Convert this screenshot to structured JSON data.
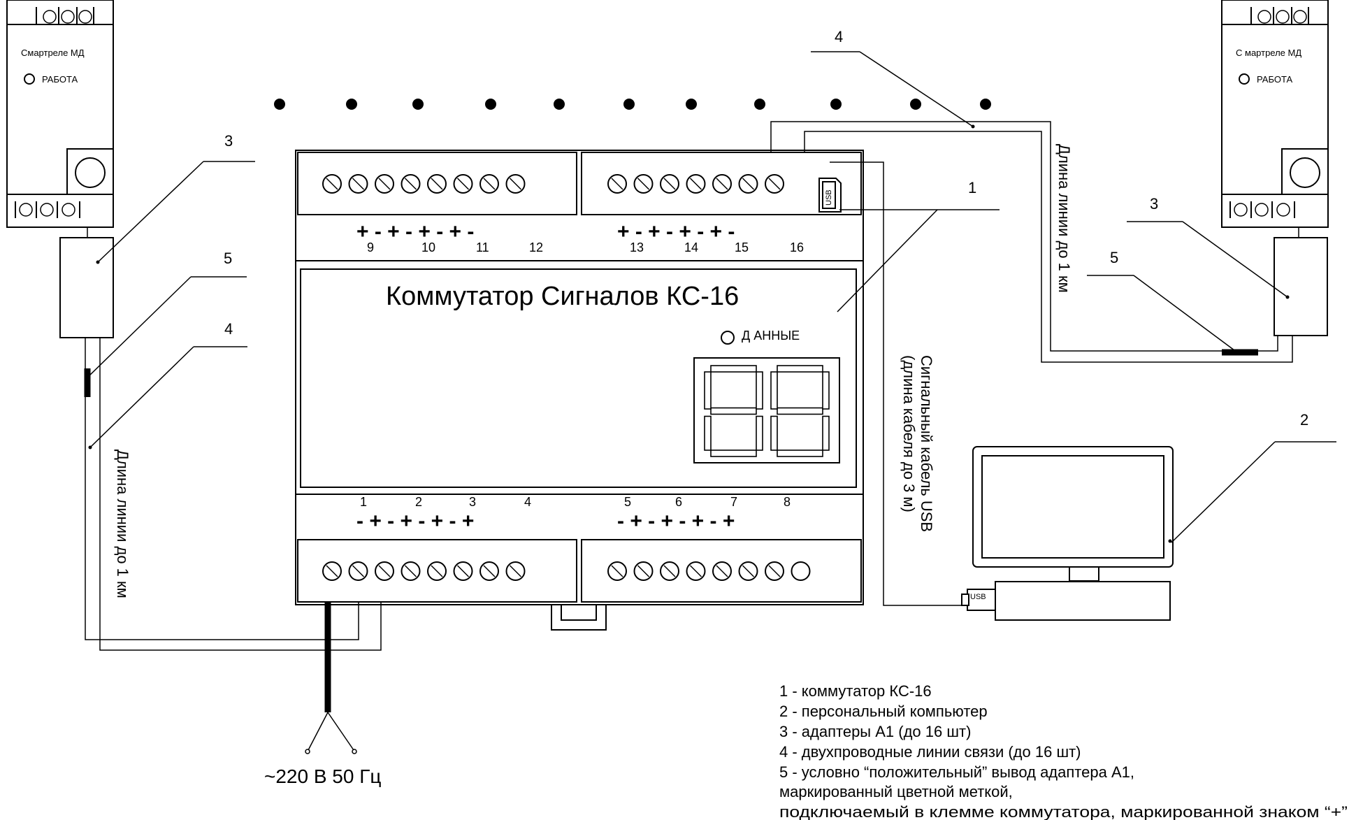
{
  "device": {
    "title": "Коммутатор Сигналов КС-16",
    "indicator_label": "Д АННЫЕ",
    "usb_port_label": "USB",
    "top_polarity_left": "+ - + - + - + -",
    "top_polarity_right": "+ - + - + - + -",
    "bottom_polarity_left": "- + - + - + - +",
    "bottom_polarity_right": "- + - + - + - +",
    "top_channels": [
      "9",
      "10",
      "11",
      "12",
      "13",
      "14",
      "15",
      "16"
    ],
    "bottom_channels": [
      "1",
      "2",
      "3",
      "4",
      "5",
      "6",
      "7",
      "8"
    ]
  },
  "relays": {
    "left": {
      "name": "Смартреле МД",
      "status": "РАБОТА"
    },
    "right": {
      "name": "С мартреле МД",
      "status": "РАБОТА"
    }
  },
  "callouts": {
    "c1": "1",
    "c2": "2",
    "c3_left": "3",
    "c3_right": "3",
    "c4_left": "4",
    "c4_top": "4",
    "c5_left": "5",
    "c5_right": "5"
  },
  "annotations": {
    "line_length_left": "Длина линии до 1 км",
    "line_length_right": "Длина линии до 1 км",
    "usb_cable_line1": "Сигнальный кабель USB",
    "usb_cable_line2": "(длина кабеля до 3 м)",
    "pc_usb_label": "USB",
    "power": "~220 В 50 Гц"
  },
  "legend": [
    "1 - коммутатор КС-16",
    "2 - персональный компьютер",
    "3 - адаптеры А1 (до 16 шт)",
    "4 - двухпроводные линии связи (до 16 шт)",
    "5 - условно “положительный” вывод адаптера А1,",
    "маркированный цветной меткой,",
    "подключаемый в клемме коммутатора, маркированной знаком “+”"
  ],
  "icons": {
    "terminal": "terminal-screw-icon",
    "indicator": "led-indicator-icon",
    "usb": "usb-port-icon",
    "monitor": "monitor-icon"
  }
}
